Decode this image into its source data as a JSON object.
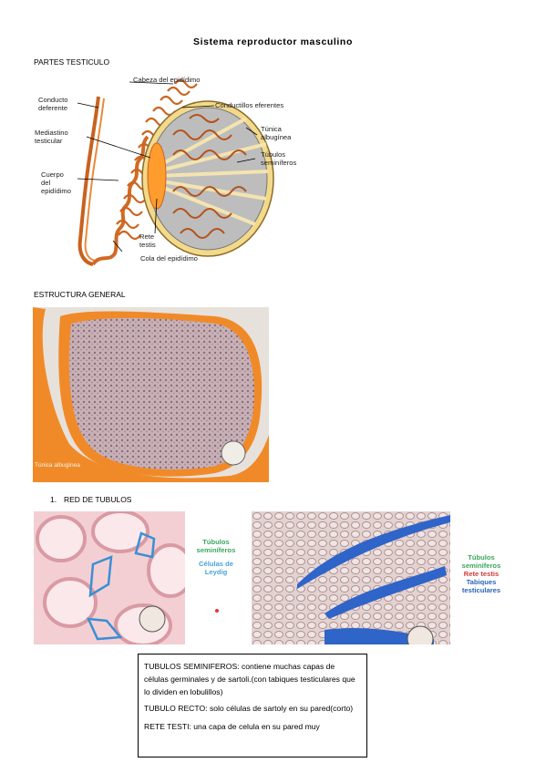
{
  "document": {
    "title": "Sistema reproductor masculino",
    "section1": "PARTES TESTICULO",
    "section2": "ESTRUCTURA GENERAL",
    "section3_num": "1.",
    "section3": "RED DE TUBULOS"
  },
  "diagram_labels": {
    "cabeza": "Cabeza del epidídimo",
    "conducto_deferente": [
      "Conducto",
      "deferente"
    ],
    "conductillos": "Conductillos eferentes",
    "mediastino": [
      "Mediastino",
      "testicular"
    ],
    "tunica": [
      "Túnica",
      "albugínea"
    ],
    "tubulos": [
      "Túbulos",
      "seminíferos"
    ],
    "cuerpo": [
      "Cuerpo",
      "del",
      "epidídimo"
    ],
    "rete": [
      "Rete",
      "testis"
    ],
    "cola": "Cola del epidídimo"
  },
  "histology": {
    "tunica_label": "Túnica albugínea"
  },
  "panel_left": {
    "line1": "Túbulos",
    "line2": "seminíferos",
    "line3": "Células de",
    "line4": "Leydig"
  },
  "panel_right": {
    "line1": "Túbulos",
    "line2": "seminíferos",
    "line3": "Rete testis",
    "line4": "Tabiques",
    "line5": "testiculares"
  },
  "notes": {
    "p1": "TUBULOS SEMINIFEROS: contiene muchas capas de células germinales y de sartoli.(con tabiques testiculares que lo dividen en lobulillos)",
    "p2": "TUBULO RECTO: solo células de sartoly en su pared(corto)",
    "p3": "RETE TESTI: una capa de celula en su pared muy"
  },
  "colors": {
    "tubule_orange": "#d9782a",
    "tunica_yellow": "#f3d98a",
    "tunica_bright": "#ff8a1f",
    "outline_blue": "#3a8fd6",
    "band_blue": "#2f64c8",
    "label_green": "#3aa65c",
    "label_blue": "#4aa3d8",
    "label_red": "#d23a3a",
    "label_darkblue": "#2c63b8"
  }
}
